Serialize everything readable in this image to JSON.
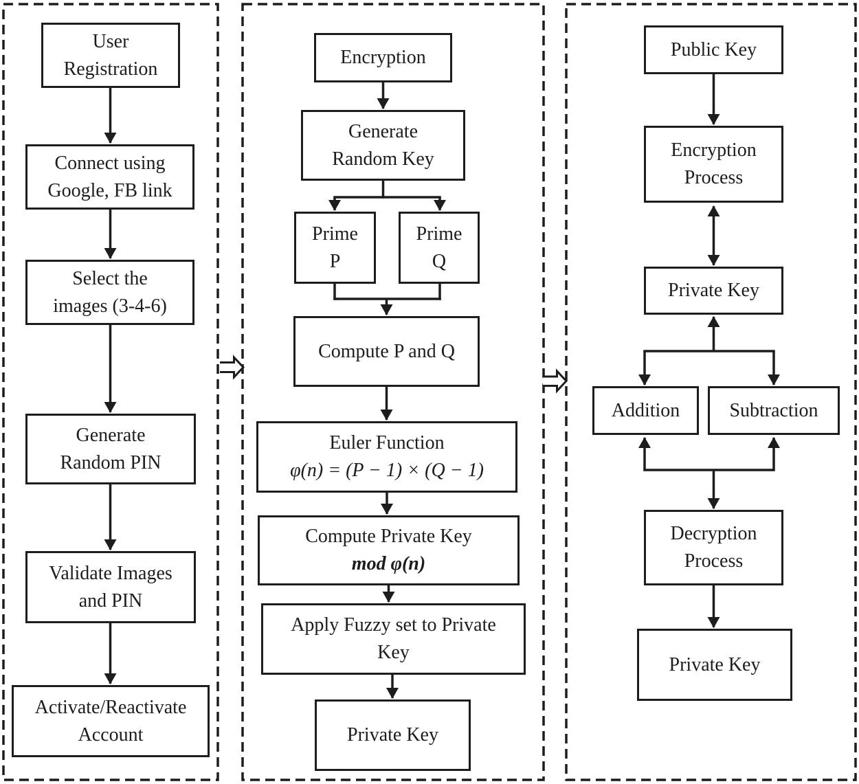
{
  "diagram": {
    "title": "Flowchart: user registration, fuzzy RSA key generation, encryption/decryption",
    "colors": {
      "line": "#1e1c1d",
      "background": "#ffffff",
      "box_fill": "#ffffff"
    },
    "panels": [
      {
        "name": "registration-flow",
        "nodes": [
          {
            "id": "user-registration",
            "lines": [
              "User",
              "Registration"
            ]
          },
          {
            "id": "connect-social",
            "lines": [
              "Connect using",
              "Google, FB link"
            ]
          },
          {
            "id": "select-images",
            "lines": [
              "Select the",
              "images (3-4-6)"
            ]
          },
          {
            "id": "generate-random-pin",
            "lines": [
              "Generate",
              "Random PIN"
            ]
          },
          {
            "id": "validate-images-pin",
            "lines": [
              "Validate Images",
              "and PIN"
            ]
          },
          {
            "id": "activate-account",
            "lines": [
              "Activate/Reactivate",
              "Account"
            ]
          }
        ]
      },
      {
        "name": "key-generation-flow",
        "nodes": [
          {
            "id": "encryption",
            "lines": [
              "Encryption"
            ]
          },
          {
            "id": "generate-random-key",
            "lines": [
              "Generate",
              "Random Key"
            ]
          },
          {
            "id": "prime-p",
            "lines": [
              "Prime",
              "P"
            ]
          },
          {
            "id": "prime-q",
            "lines": [
              "Prime",
              "Q"
            ]
          },
          {
            "id": "compute-p-and-q",
            "lines": [
              "Compute P and Q"
            ]
          },
          {
            "id": "euler-function",
            "lines": [
              "Euler Function",
              "φ(n) = (P − 1) × (Q − 1)"
            ]
          },
          {
            "id": "compute-private-key",
            "lines": [
              "Compute Private Key",
              "mod φ(n)"
            ]
          },
          {
            "id": "apply-fuzzy-set",
            "lines": [
              "Apply Fuzzy set to Private",
              "Key"
            ]
          },
          {
            "id": "private-key-result",
            "lines": [
              "Private Key"
            ]
          }
        ]
      },
      {
        "name": "encryption-decryption-flow",
        "nodes": [
          {
            "id": "public-key",
            "lines": [
              "Public Key"
            ]
          },
          {
            "id": "encryption-process",
            "lines": [
              "Encryption",
              "Process"
            ]
          },
          {
            "id": "private-key",
            "lines": [
              "Private Key"
            ]
          },
          {
            "id": "addition",
            "lines": [
              "Addition"
            ]
          },
          {
            "id": "subtraction",
            "lines": [
              "Subtraction"
            ]
          },
          {
            "id": "decryption-process",
            "lines": [
              "Decryption",
              "Process"
            ]
          },
          {
            "id": "private-key-output",
            "lines": [
              "Private Key"
            ]
          }
        ]
      }
    ]
  }
}
